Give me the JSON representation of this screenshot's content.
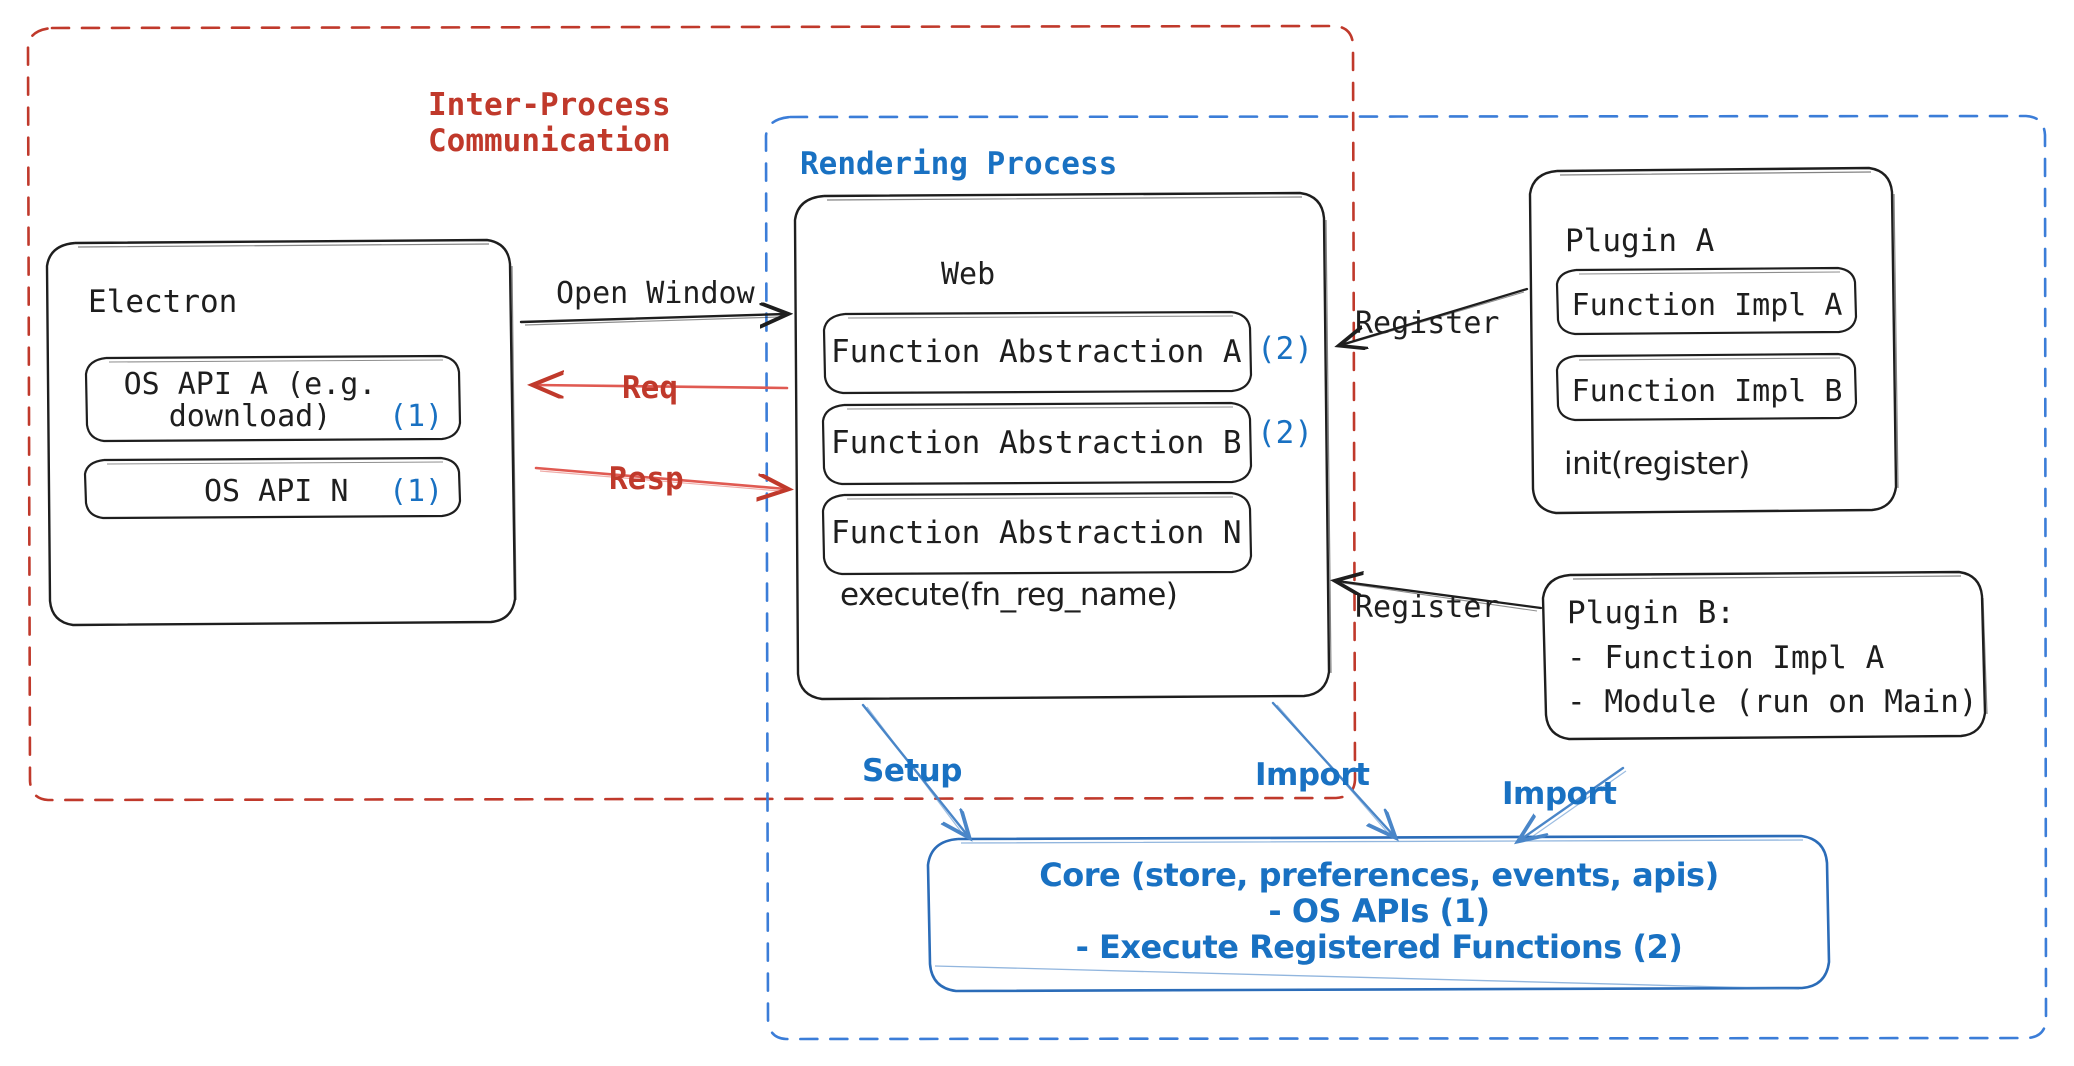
{
  "diagram": {
    "title": "Electron plugin architecture",
    "colors": {
      "ipc_red": "#c0392b",
      "render_blue": "#1971c2",
      "stroke_black": "#1e1e1e",
      "background": "#ffffff"
    },
    "containers": {
      "ipc": {
        "label": "Inter-Process\nCommunication",
        "label_line1": "Inter-Process",
        "label_line2": "Communication",
        "style": "dashed",
        "color": "#c0392b"
      },
      "rendering": {
        "label": "Rendering Process",
        "style": "dashed",
        "color": "#1971c2"
      }
    },
    "nodes": {
      "electron": {
        "title": "Electron",
        "items": [
          {
            "label": "OS API A (e.g.\ndownload)",
            "line1": "OS API A (e.g.",
            "line2": "download)",
            "marker": "(1)"
          },
          {
            "label": "OS API N",
            "marker": "(1)"
          }
        ]
      },
      "web": {
        "title": "Web",
        "items": [
          {
            "label": "Function Abstraction A",
            "marker": "(2)"
          },
          {
            "label": "Function Abstraction B",
            "marker": "(2)"
          },
          {
            "label": "Function Abstraction N",
            "marker": ""
          }
        ],
        "footer": "execute(fn_reg_name)"
      },
      "plugin_a": {
        "title": "Plugin A",
        "items": [
          {
            "label": "Function Impl A"
          },
          {
            "label": "Function Impl B"
          }
        ],
        "footer": "init(register)"
      },
      "plugin_b": {
        "title": "Plugin B:",
        "lines": [
          "- Function Impl A",
          "- Module (run on Main)"
        ]
      },
      "core": {
        "lines": [
          "Core (store, preferences, events, apis)",
          "- OS APIs (1)",
          "- Execute Registered Functions (2)"
        ]
      }
    },
    "edges": [
      {
        "label": "Open Window",
        "color": "#1e1e1e",
        "direction": "electron-to-web"
      },
      {
        "label": "Req",
        "color": "#c0392b",
        "direction": "web-to-electron"
      },
      {
        "label": "Resp",
        "color": "#c0392b",
        "direction": "electron-to-web"
      },
      {
        "label": "Register",
        "color": "#1e1e1e",
        "direction": "plugin-a-to-web"
      },
      {
        "label": "Register",
        "color": "#1e1e1e",
        "direction": "plugin-b-to-web"
      },
      {
        "label": "Setup",
        "color": "#1971c2",
        "direction": "web-to-core"
      },
      {
        "label": "Import",
        "color": "#1971c2",
        "direction": "web-to-core"
      },
      {
        "label": "Import",
        "color": "#1971c2",
        "direction": "plugin-b-to-core"
      }
    ]
  }
}
